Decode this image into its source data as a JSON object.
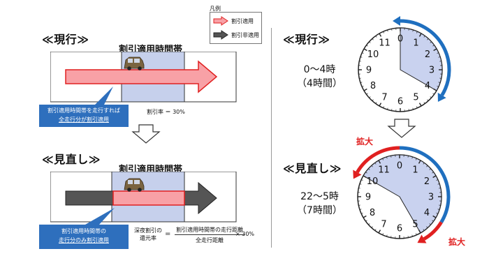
{
  "legend": {
    "title": "凡例",
    "items": [
      {
        "label": "割引適用",
        "color": "#f08080"
      },
      {
        "label": "割引非適用",
        "color": "#555555"
      }
    ]
  },
  "current": {
    "heading": "≪現行≫",
    "zone_title": "割引適用時間帯",
    "callout": [
      "割引適用時間帯を走行すれば",
      "全走行分が割引適用"
    ],
    "rate": "割引率 ＝ 30%",
    "time_range": "0〜4時",
    "duration": "（4時間）"
  },
  "revised": {
    "heading": "≪見直し≫",
    "zone_title": "割引適用時間帯",
    "callout": [
      "割引適用時間帯の",
      "走行分のみ割引適用"
    ],
    "formula_label": [
      "深夜割引の",
      "還元率"
    ],
    "formula_equals": "=",
    "formula_numerator": "割引適用時間帯の走行距離",
    "formula_denominator": "全走行距離",
    "formula_multiplier": "× 30%",
    "time_range": "22〜5時",
    "duration": "（7時間）",
    "expand_label": "拡大"
  },
  "clock": {
    "numbers": [
      "0",
      "1",
      "2",
      "3",
      "4",
      "5",
      "6",
      "7",
      "8",
      "9",
      "10",
      "11"
    ]
  },
  "colors": {
    "zone": "#c6d0ec",
    "arrow_pink": "#f8a1a6",
    "arrow_gray": "#555555",
    "callout": "#2e6fbd",
    "blue_arc": "#1f6fbf",
    "red_arc": "#e02020",
    "clock_fill": "#c9d2ef"
  }
}
